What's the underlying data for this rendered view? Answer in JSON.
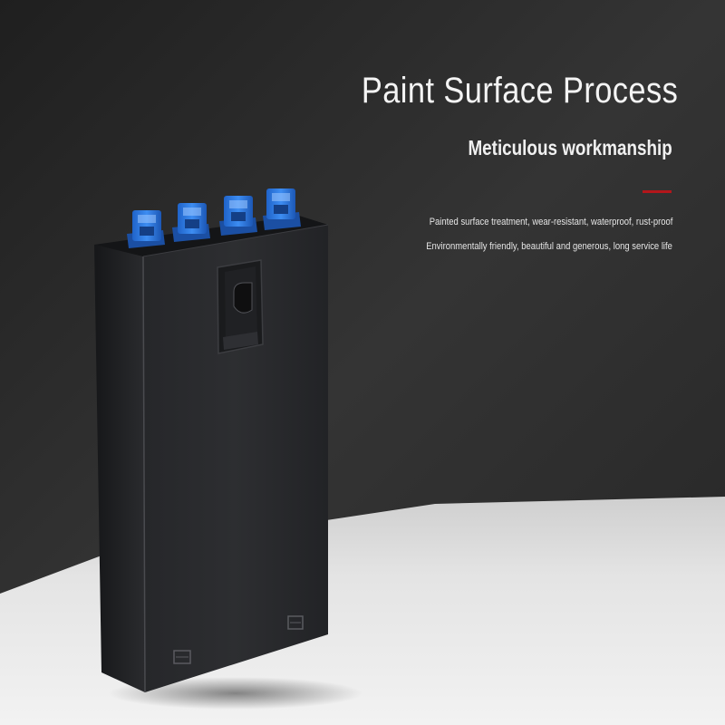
{
  "heading": {
    "title": "Paint Surface Process",
    "subtitle": "Meticulous workmanship"
  },
  "description": {
    "line1": "Painted surface treatment, wear-resistant, waterproof, rust-proof",
    "line2": "Environmentally friendly, beautiful and generous, long service life"
  },
  "colors": {
    "background": "#2b2b2b",
    "accent_line": "#b3161b",
    "connector_blue": "#2f7fe6",
    "box_body": "#2a2b2d"
  },
  "product": {
    "image": "black-fiber-terminal-box",
    "connector_count": 4
  }
}
